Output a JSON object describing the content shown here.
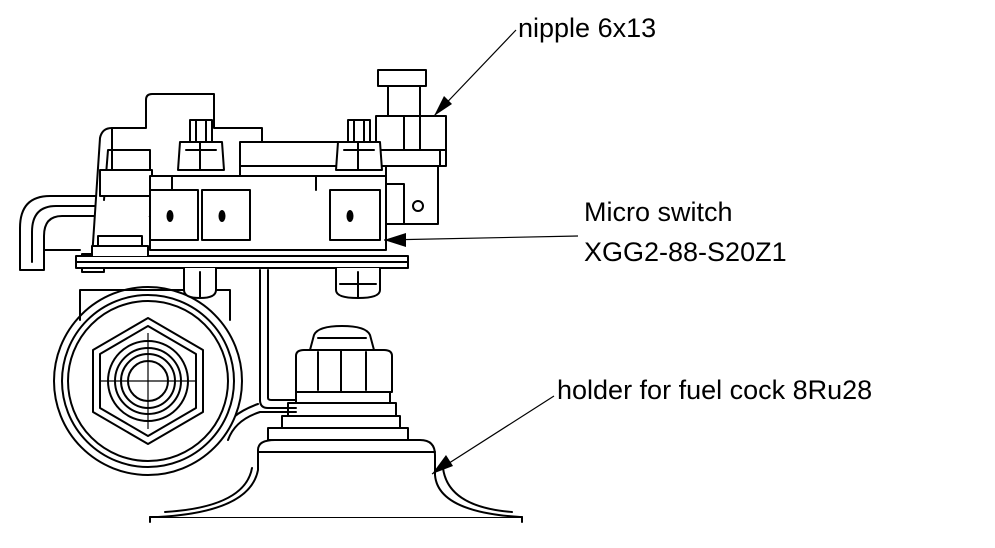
{
  "callouts": {
    "nipple": "nipple 6x13",
    "micro_switch_line1": "Micro switch",
    "micro_switch_line2": "XGG2-88-S20Z1",
    "holder": "holder for fuel cock 8Ru28"
  }
}
